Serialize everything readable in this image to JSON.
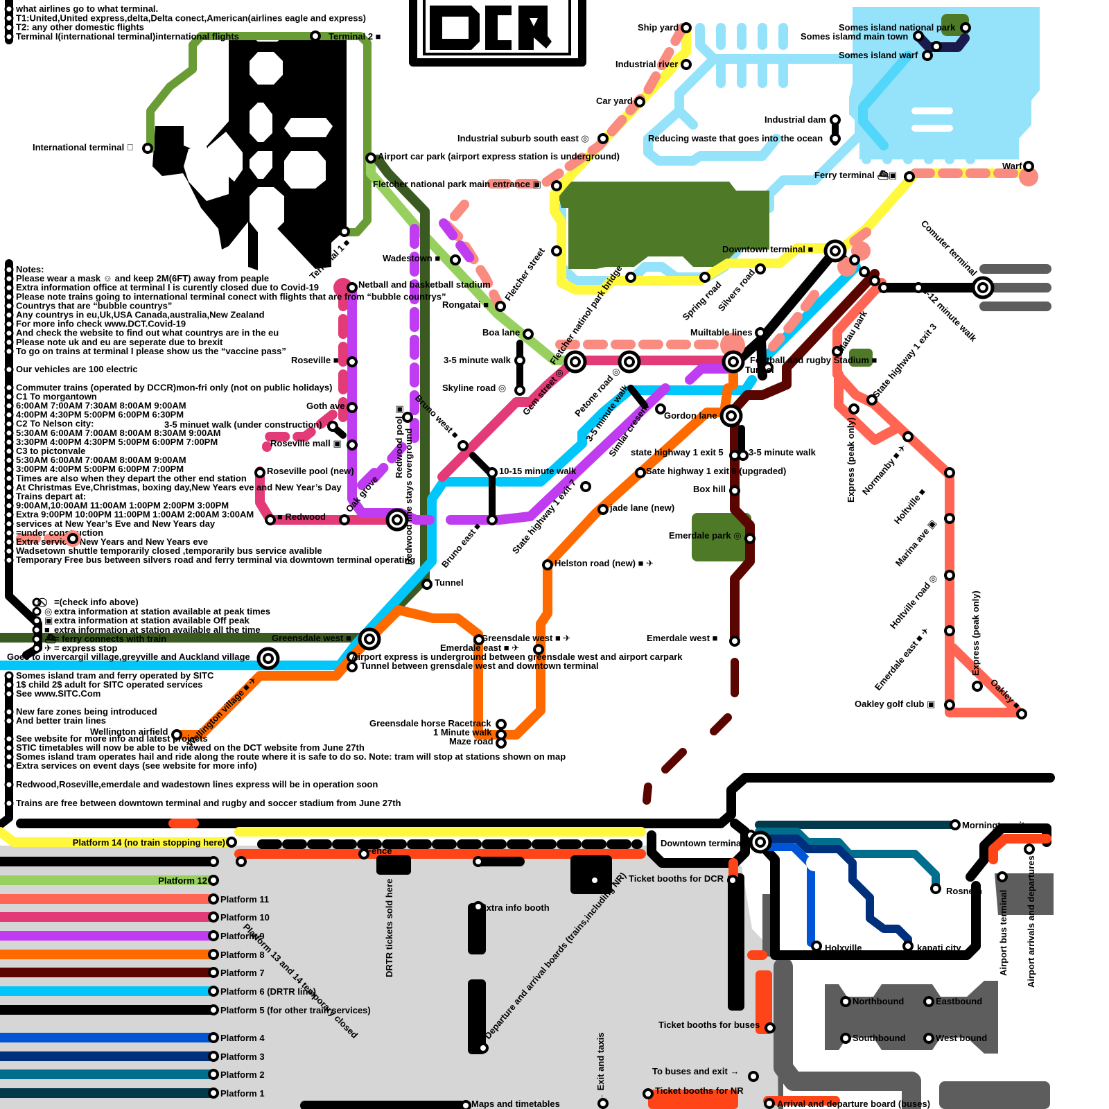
{
  "logo": {
    "text": "DCR"
  },
  "colors": {
    "airport": "#6a9c36",
    "airport_light": "#98d060",
    "airport_dark": "#3b5a22",
    "black": "#000000",
    "yellow": "#fff83c",
    "salmon": "#f98b80",
    "pink": "#e23b78",
    "purple": "#c03cf0",
    "cyan": "#00c6fa",
    "orange": "#ff6a00",
    "maroon": "#5a0500",
    "coral": "#ff6552",
    "water": "#94e3fa",
    "water_deep": "#52d6fa",
    "park": "#4e7a28",
    "island": "#1a1a4e",
    "bus_grey": "#5d5d5d",
    "concourse": "#d6d6d6",
    "red_orange": "#ff4418",
    "p4": "#0055d6",
    "p3": "#002f7c",
    "p2": "#006e8c",
    "p1": "#003a4b"
  },
  "top_notes": [
    "what airlines go to what terminal.",
    "T1:United,United express,delta,Delta conect,American(airlines eagle and express)",
    "T2: any other domestic flights",
    "Terminal I(international terminal)international flights"
  ],
  "notes": [
    "Notes:",
    "Please wear a mask ☺ and keep 2M(6FT) away from peaple",
    "Extra information office at terminal I is curently closed due to Covid-19",
    "Please note trains going to international terminal conect with flights that are from “bubble countrys”",
    "Countrys that are “bubble countrys”",
    "Any countrys in eu,Uk,USA Canada,australia,New Zealand",
    "For more info check www.DCT.Covid-19",
    "And check the website to find out what countrys are in the eu",
    "Please note uk and eu are seperate due to brexit",
    "To go on trains at terminal I please show us the “vaccine pass”",
    "",
    "Our vehicles are 100 electric",
    "",
    "Commuter trains (operated by DCCR)mon-fri only (not on public holidays)",
    "C1 To morgantown",
    "6:00AM 7:00AM 7:30AM 8:00AM 9:00AM",
    "4:00PM 4:30PM 5:00PM 6:00PM 6:30PM",
    "C2 To Nelson city:",
    "5:30AM 6:00AM 7:00AM 8:00AM 8:30AM 9:00AM",
    "3:30PM 4:00PM 4:30PM 5:00PM 6:00PM 7:00PM",
    "C3 to pictonvale",
    "5:30AM 6:00AM 7:00AM 8:00AM 9:00AM",
    "3:00PM 4:00PM 5:00PM 6:00PM 7:00PM",
    "Times are also when they depart the other end station",
    "At Christmas Eve,Christmas, boxing day,New Years eve and New Year’s Day",
    "Trains depart at:",
    "9:00AM,10:00AM 11:00AM 1:00PM 2:00PM 3:00PM",
    "Extra 9:00PM 10:00PM 11:00PM 1:00AM 2:00AM 3:00AM",
    "services at New Year’s Eve and New Years day",
    "=under construction",
    "Extra services New Years and New Years eve",
    "Wadsetown shuttle temporarily closed ,temporarily bus service avalible",
    "Temporary Free bus between silvers road and ferry terminal via downtown terminal operating"
  ],
  "legend": [
    {
      "icon": "no-entry-icon",
      "glyph": "⃠",
      "text": "=(check info above)"
    },
    {
      "icon": "peak-info-icon",
      "glyph": "◎",
      "text": "extra information at station available at peak times"
    },
    {
      "icon": "offpeak-info-icon",
      "glyph": "▣",
      "text": "extra information at station available Off peak"
    },
    {
      "icon": "all-time-info-icon",
      "glyph": "■",
      "text": "extra information at station available all the time"
    },
    {
      "icon": "ferry-icon",
      "glyph": "⛴",
      "text": " = ferry connects with train"
    },
    {
      "icon": "express-icon",
      "glyph": "✈",
      "text": "= express stop"
    }
  ],
  "bottom_notes": [
    "Goes to invercargil village,greyville and Auckland village",
    "Somes island tram and ferry operated by SITC",
    "1$ child 2$ adult for SITC operated services",
    "See www.SITC.Com",
    "New fare zones being introduced",
    "And better train lines",
    "See website for more info and latest projects",
    "STIC timetables will now be able to be viewed on the DCT website from June 27th",
    "Somes island tram operates hail and ride along the route where it is safe to do so. Note: tram will stop at stations shown on map",
    "Extra services on event days (see website for more info)",
    "Redwood,Roseville,emerdale and wadestown lines express will be in operation soon",
    "Trains are free between downtown terminal and rugby and soccer stadium from June 27th"
  ],
  "stations": {
    "terminal_2": "Terminal 2 ■",
    "international_terminal": "International terminal ⃠",
    "terminal_1": "Terminal 1 ■",
    "airport_car_park": "Airport car park (airport express station is underground)",
    "fletcher_np_main": "Fletcher national park main entrance ▣",
    "wadestown": "Wadestown ■",
    "netball_stadium": "Netball and basketball stadium",
    "rongatai": "Rongatai ■",
    "boa_lane": "Boa lane",
    "walk_3_5_a": "3-5 minute walk",
    "skyline_road": "Skyline road ◎",
    "roseville": "Roseville ■",
    "goth_ave": "Goth ave",
    "walk_uc": "3-5 minuet walk (under construction)",
    "roseville_mall": "Roseville mall ▣",
    "roseville_pool": "Roseville pool (new)",
    "redwood": "■  Redwood",
    "oak_grove": "Oak grove",
    "redwood_pool": "Redwood pool ▣",
    "redwood_line_overground": "Redwood line stays overground",
    "bruno_west": "Bruno west ■",
    "walk_10_15": "10-15 minute walk",
    "bruno_east": "Bruno east ■",
    "tunnel": "Tunnel",
    "greensdale_west": "Greensdale west ■",
    "greensdale_west_2": "Greensdale west ■ ✈",
    "emerdale_east": "Emerdale east ■ ✈",
    "airport_express_note": "Airport express is underground between greensdale west and airport carpark",
    "tunnel_note": "Tunnel between grensdale west and downtown terminal",
    "wellington_airfield": "Wellington airfield",
    "wellington_village": "Wellington village ■ ✈",
    "racetrack": "Greensdale horse Racetrack",
    "one_min_walk": "1 Minute walk",
    "maze_road": "Maze road",
    "ship_yard": "Ship yard",
    "industrial_river": "Industrial river",
    "car_yard": "Car yard",
    "industrial_suburb": "Industrial suburb south east ◎",
    "industrial_dam": "Industrial dam",
    "reducing_waste": "Reducing waste that goes into the ocean",
    "somes_np": "Somes island national park",
    "somes_main": "Somes islamd main town",
    "somes_warf": "Somes island warf",
    "ferry_terminal": "Ferry terminal ⛴▣",
    "warf": "Warf",
    "fletcher_street": "Fletcher street",
    "fletcher_bridge": "Fletcher natinol park bridge",
    "spring_road": "Spring road",
    "silvers_road": "Silvers road",
    "downtown_terminal": "Downtown terminal ■",
    "comuter_terminal": "Comuter terminal",
    "walk_8_12": "8-12 minute walk",
    "multable_lines": "Muiltable lines",
    "stadium": "Football and rugby Stadium ■",
    "tunnel_2": "Tunnel",
    "matau_park": "Matau park",
    "gem_street": "Gem street ◎",
    "petone_road": "Petone road ◎",
    "walk_3_5_b": "3-5 minute walk",
    "similar_cresent": "Simlar cresent",
    "sh1_exit7": "State highway 1 exit 7",
    "gordon_lane": "Gordon lane",
    "sh1_exit5": "state highway 1 exit 5",
    "walk_3_5_c": "3-5 minute walk",
    "sh1_exit6": "Sate highway 1 exit 6 (upgraded)",
    "box_hill": "Box hill",
    "jade_lane": "jade lane (new)",
    "emerdale_park": "Emerdale park ◎",
    "helston_road": "Helston road (new) ■ ✈",
    "emerdale_west": "Emerdale west ■",
    "sh1_exit3": "State highway 1 exit 3",
    "express_peak_1": "Express (peak only)",
    "normanby": "Normanby ■ ✈",
    "holtville": "Holtville ■",
    "marina_ave": "Marina ave ▣",
    "holtville_road": "Holtville road ◎",
    "emerdale_east_2": "Emerdale east ■ ✈",
    "express_peak_2": "Express (peak only)",
    "oakley": "Oakley ■",
    "oakley_golf": "Oakley golf club ▣"
  },
  "station_plan": {
    "platforms": [
      {
        "label": "Platform 14 (no train stopping here)",
        "color": "#fff83c"
      },
      {
        "label": "",
        "color": "#000000"
      },
      {
        "label": "Platform 12",
        "color": "#98d060"
      },
      {
        "label": "Platform 11",
        "color": "#ff6552"
      },
      {
        "label": "Platform 10",
        "color": "#e23b78"
      },
      {
        "label": "Platform 9",
        "color": "#c03cf0"
      },
      {
        "label": "Platform 8",
        "color": "#ff6a00"
      },
      {
        "label": "Platform 7",
        "color": "#5a0500"
      },
      {
        "label": "Platform 6 (DRTR line)",
        "color": "#00c6fa"
      },
      {
        "label": "Platform 5 (for other train services)",
        "color": "#000000"
      },
      {
        "label": "Platform 4",
        "color": "#0055d6"
      },
      {
        "label": "Platform 3",
        "color": "#002f7c"
      },
      {
        "label": "Platform 2",
        "color": "#006e8c"
      },
      {
        "label": "Platform 1",
        "color": "#003a4b"
      }
    ],
    "platform_13_14_closed": "Platform 13 and 14 temporary closed",
    "fence": "Fence",
    "drtr_tickets": "DRTR tickets sold here",
    "extra_info_booth": "Extra info booth",
    "departure_boards": "Departure and arrival boards (trains,including NR)",
    "ticket_dcr": "Ticket booths for DCR",
    "ticket_buses": "Ticket booths for buses",
    "exit_taxis": "← Exit and taxis",
    "to_buses_exit": "To buses and exit →",
    "ticket_nr": "Ticket booths for NR",
    "maps_timetables": "Maps and timetables",
    "arrival_board_buses": "Arrival and departure board (buses)",
    "downtown_terminal": "Downtown terminal",
    "mornington": "Mornington city",
    "rosneth": "Rosneth",
    "holxville": "Holxville",
    "kapati": "kapati city",
    "airport_bus_terminal": "Airport bus terminal",
    "airport_arrivals": "Airport arrivals and departures",
    "northbound": "Northbound",
    "eastbound": "Eastbound",
    "southbound": "Southbound",
    "westbound": "West bound"
  }
}
